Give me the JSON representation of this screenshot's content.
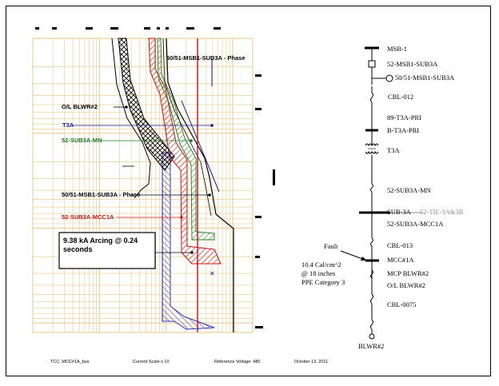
{
  "tcc": {
    "curve_labels": {
      "phase_top": "50/51-MSB1-SUB3A - Phase",
      "ol": "O/L BLWR#2",
      "t3a": "T3A",
      "mn": "52-SUB3A-MN",
      "phase_mid": "50/51-MSB1-SUB3A - Phase",
      "mcc": "52-SUB3A-MCC1A"
    },
    "arc_box": {
      "line1": "9.38 kA Arcing @ 0.24",
      "line2": "seconds"
    },
    "footer": {
      "name": "TCC:  MCC#1A_bus",
      "scale": "Current Scale  x 10",
      "voltage": "Reference Voltage: 480",
      "date": "October 13, 2011"
    },
    "colors": {
      "phase": "#000000",
      "t3a": "#1a1aa0",
      "mn": "#1a7a1a",
      "mcc": "#d01010",
      "blue_hatch": "#3030c0",
      "grid": "#e8c888"
    }
  },
  "oneline": {
    "labels": {
      "msb1": "MSB-1",
      "breaker1": "52-MSB1-SUB3A",
      "relay": "50/51-MSB1-SUB3A",
      "cbl012": "CBL-012",
      "sw89": "89-T3A-PRI",
      "bus_pri": "B-T3A-PRI",
      "xfmr": "T3A",
      "mn": "52-SUB3A-MN",
      "sub3a": "SUB-3A",
      "tie": "52-TIE-3A&3B",
      "mcc_brk": "52-SUB3A-MCC1A",
      "cbl013": "CBL-013",
      "mcc1a": "MCC#1A",
      "mcp": "MCP BLWR#2",
      "ol": "O/L BLWR#2",
      "cbl0075": "CBL-0075",
      "motor": "BLWR#2"
    },
    "fault": {
      "label": "Fault",
      "energy": "10.4 Cal/cm^2",
      "distance": "@ 18 inches",
      "ppe": "PPE Category 3"
    }
  }
}
